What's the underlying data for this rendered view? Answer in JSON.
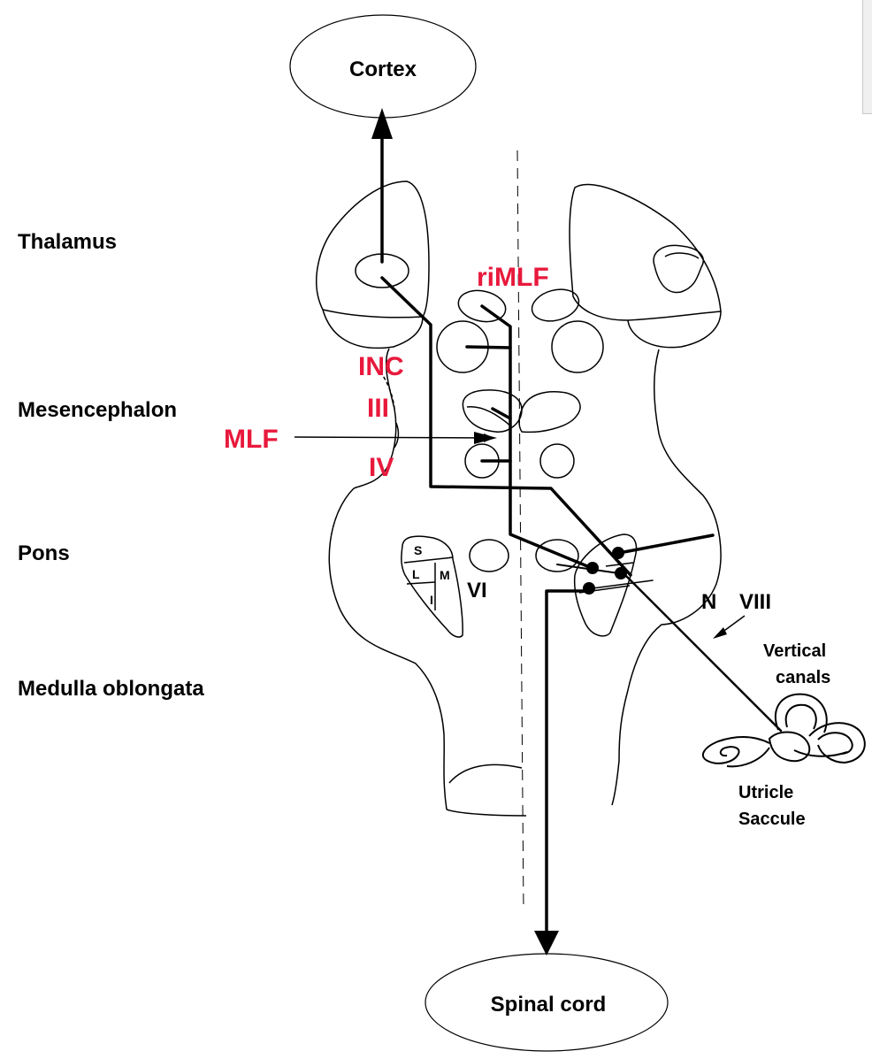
{
  "title": "",
  "colors": {
    "ink": "#000000",
    "highlight": "#e8193c"
  },
  "regions": {
    "thalamus": "Thalamus",
    "mesencephalon": "Mesencephalon",
    "pons": "Pons",
    "medulla": "Medulla oblongata"
  },
  "targets": {
    "cortex": "Cortex",
    "spinal_cord": "Spinal cord"
  },
  "nuclei": {
    "rimlf": "riMLF",
    "inc": "INC",
    "iii": "III",
    "mlf": "MLF",
    "iv": "IV",
    "vi": "VI"
  },
  "vestibular_nuclei": {
    "s": "S",
    "l": "L",
    "m": "M",
    "i": "I"
  },
  "nerve": {
    "n": "N",
    "viii": "VIII"
  },
  "labyrinth": {
    "vertical_canals_1": "Vertical",
    "vertical_canals_2": "canals",
    "utricle": "Utricle",
    "saccule": "Saccule"
  }
}
